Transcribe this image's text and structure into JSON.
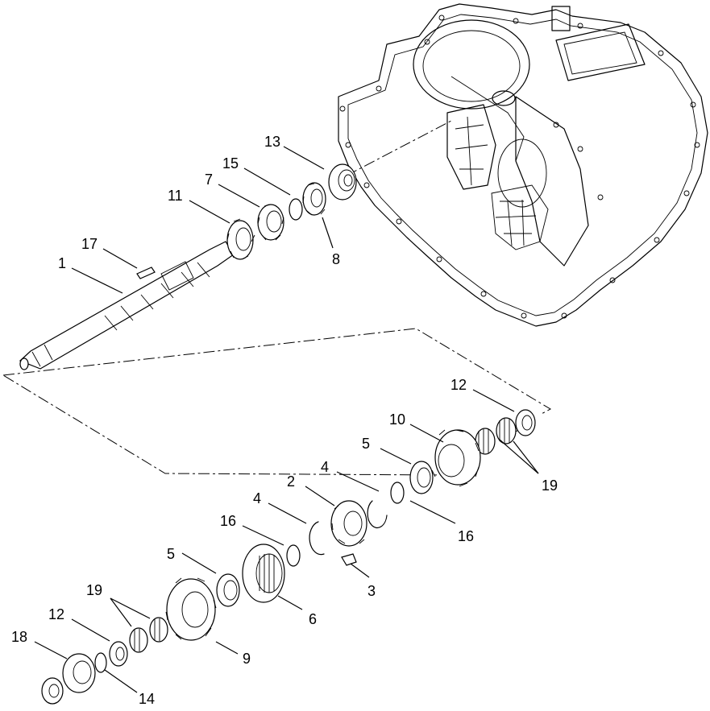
{
  "callouts": [
    {
      "id": "13",
      "text": "13"
    },
    {
      "id": "15",
      "text": "15"
    },
    {
      "id": "7",
      "text": "7"
    },
    {
      "id": "11",
      "text": "11"
    },
    {
      "id": "8",
      "text": "8"
    },
    {
      "id": "17",
      "text": "17"
    },
    {
      "id": "1",
      "text": "1"
    },
    {
      "id": "12a",
      "text": "12"
    },
    {
      "id": "10",
      "text": "10"
    },
    {
      "id": "5a",
      "text": "5"
    },
    {
      "id": "19a",
      "text": "19"
    },
    {
      "id": "4a",
      "text": "4"
    },
    {
      "id": "2",
      "text": "2"
    },
    {
      "id": "4b",
      "text": "4"
    },
    {
      "id": "16a",
      "text": "16"
    },
    {
      "id": "16b",
      "text": "16"
    },
    {
      "id": "5b",
      "text": "5"
    },
    {
      "id": "3",
      "text": "3"
    },
    {
      "id": "6",
      "text": "6"
    },
    {
      "id": "19b",
      "text": "19"
    },
    {
      "id": "12b",
      "text": "12"
    },
    {
      "id": "9",
      "text": "9"
    },
    {
      "id": "18",
      "text": "18"
    },
    {
      "id": "14",
      "text": "14"
    }
  ]
}
